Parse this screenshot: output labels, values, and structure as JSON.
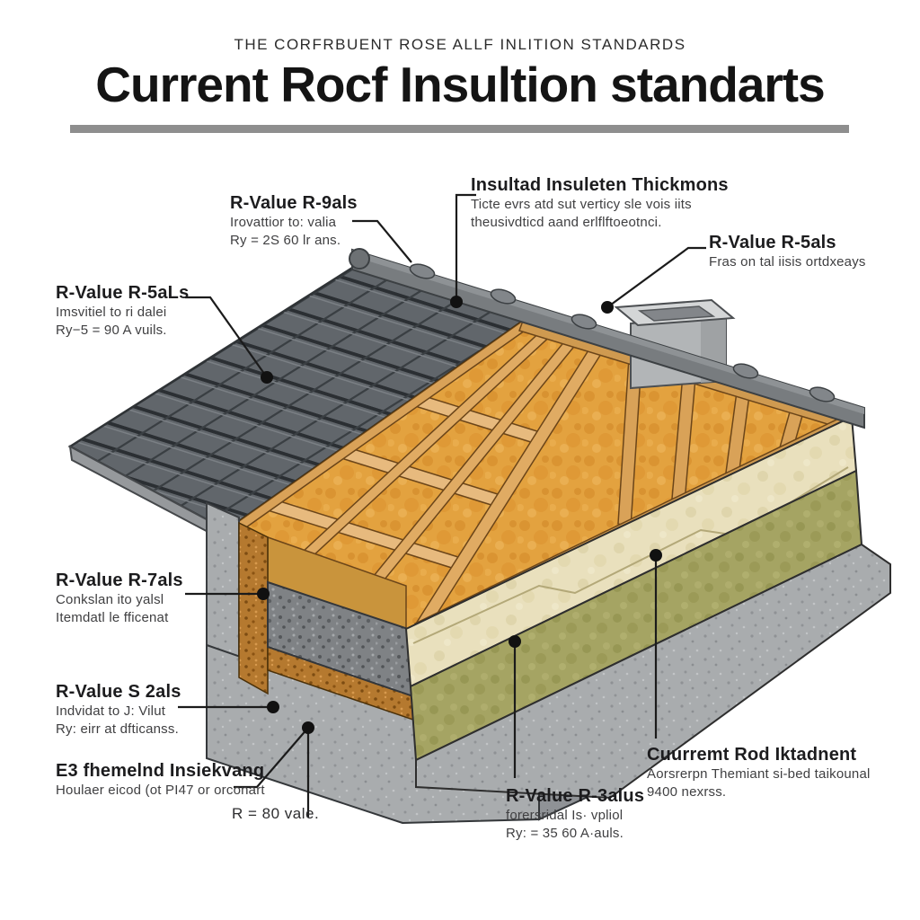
{
  "header": {
    "subtitle": "THE CORFRBUENT ROSE ALLF INLITION STANDARDS",
    "title": "Current Rocf Insultion standarts"
  },
  "labels": {
    "top_left": {
      "title": "R-Value R-9als",
      "line1": "Irovattior to: valia",
      "line2": "Ry = 2S 60 lr ans."
    },
    "top_center": {
      "title": "Insultad Insuleten Thickmons",
      "line1": "Ticte evrs atd sut verticy sle vois iits",
      "line2": "theusivdticd aand erlflftoeotnci."
    },
    "top_right": {
      "title": "R-Value R-5als",
      "line1": "Fras on tal iisis ortdxeays"
    },
    "left_upper": {
      "title": "R-Value R-5aLs",
      "line1": "Imsvitiel to ri dalei",
      "line2": "Ry−5 = 90 A vuils."
    },
    "left_middle": {
      "title": "R-Value R-7als",
      "line1": "Conkslan ito yalsl",
      "line2": "Itemdatl le fficenat"
    },
    "left_lower": {
      "title": "R-Value S 2als",
      "line1": "Indvidat to J: Vilut",
      "line2": "Ry: eirr at dfticanss."
    },
    "bottom_left": {
      "title": "E3 fhemelnd Insiekvang",
      "line1": "Houlaer eicod (ot PI47 or orconart"
    },
    "bottom_note": {
      "text": "R = 80 vale."
    },
    "bottom_center": {
      "title": "R-Value R-3alus",
      "line1": "forersridal Is· vpliol",
      "line2": "Ry: = 35 60 A·auls."
    },
    "bottom_right": {
      "title": "Cuurremt Rod Iktadnent",
      "line1": "Aorsrerpn Themiant si-bed taikounal",
      "line2": "9400 nexrss."
    }
  },
  "diagram": {
    "description": "Axonometric cutaway of a pitched roof showing tile covering, wooden rafters and battens, orange mineral-wool insulation, cream and green insulation layers over a concrete slab, interior gravel bed with granular fill, and a chimney at the ridge.",
    "parts": [
      "roof-tiles",
      "ridge-cap",
      "chimney",
      "batten-strips",
      "rafter-framing",
      "gable-framing",
      "orange-insulation",
      "cream-insulation-layer",
      "green-insulation-layer",
      "concrete-slab",
      "concrete-wall",
      "gravel-bed",
      "granular-fill",
      "interior-panel",
      "eave-fascia"
    ]
  },
  "colors": {
    "background": "#ffffff",
    "title_text": "#141414",
    "subtitle_text": "#2b2b2b",
    "divider": "#8e8e8e",
    "callout_title": "#1c1c1e",
    "callout_body": "#3f3f41",
    "leader_line": "#1b1b1b",
    "roof_tile": "#61666b",
    "ridge_cap": "#787c7f",
    "wood_light": "#e0ab63",
    "wood_mid": "#c08442",
    "wood_outline": "#6b4519",
    "insulation_orange": "#e3a23f",
    "insulation_cream": "#e9e0bd",
    "insulation_green": "#a5a463",
    "concrete": "#a9acae",
    "gravel": "#7f8285",
    "granular_brown": "#b5792f",
    "chimney": "#b2b5b7",
    "chimney_cap": "#d4d6d7"
  }
}
